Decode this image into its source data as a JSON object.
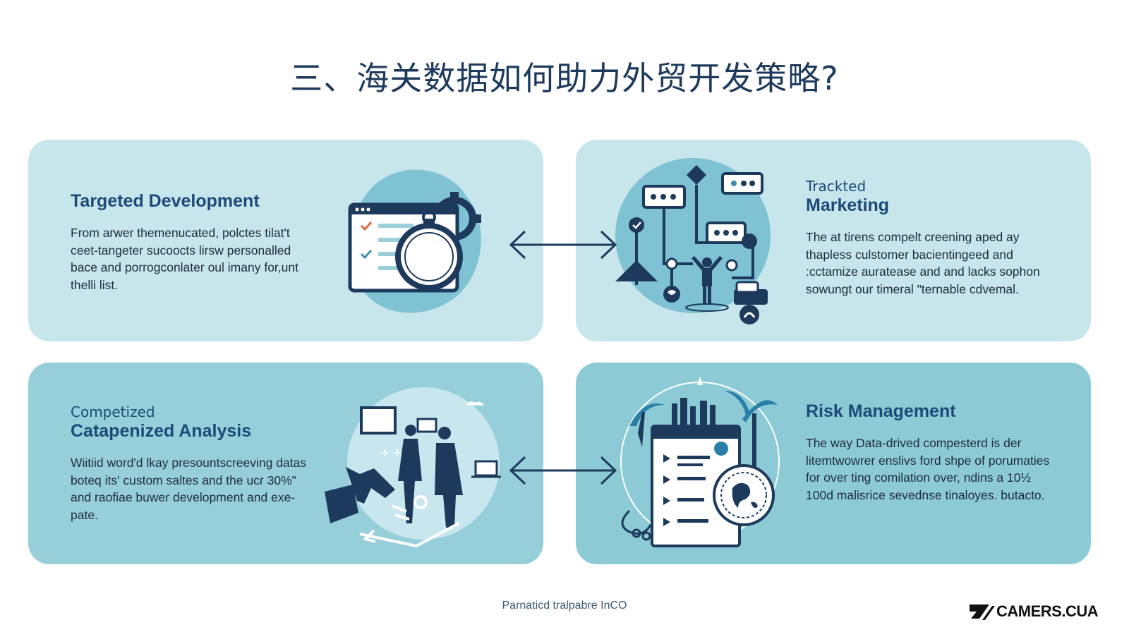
{
  "title": "三、海关数据如何助力外贸开发策略?",
  "cards": {
    "targeted": {
      "title": "Targeted Development",
      "body": "From arwer themenucated, polctes tilat't ceet-tangeter sucoocts lirsw personalled bace and porrogconlater oul imany for,unt thelli list."
    },
    "marketing": {
      "eyebrow": "Trackted",
      "title": "Marketing",
      "body": "The at tirens compelt creening aped ay thapless culstomer bacientingeed and :cctamize auratease and and lacks sophon sowungt our timeral \"ternable cdvemal."
    },
    "analysis": {
      "eyebrow": "Competized",
      "title": "Catapenized Analysis",
      "body": "Wiitiid word'd lkay presountscreeving datas boteq its' custom saltes and the ucr 30%\" and raofiae buwer development and exe-pate."
    },
    "risk": {
      "title": "Risk Management",
      "body": "The way Data-drived compesterd is der litemtwowrer enslivs ford shpe of porumaties for over ting comilation over, ndins a 10½ 100d malisrice sevednse tinaloyes. butacto."
    }
  },
  "footer": {
    "caption": "Parnaticd tralpabre InCO",
    "brand": "CAMERS.CUA"
  },
  "colors": {
    "navy": "#1d4a78",
    "card_light": "#c7e6ec",
    "card_mid": "#96cfda",
    "accent_teal": "#5fb3c8"
  }
}
